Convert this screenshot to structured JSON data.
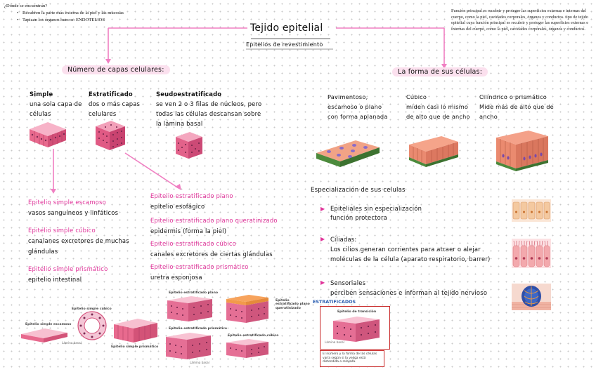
{
  "where": {
    "question": "¿Dónde se encuentran?",
    "items": [
      "Recubren la parte más externa de la piel y las mucosas",
      "Tapizan los órganos huecos: ENDOTELIOS"
    ]
  },
  "definition": "Función principal es recubrir y proteger las superficies externas e internas del cuerpo, como la piel, cavidades corporales, órganos y conductos. tipo de tejido epitelial cuya función principal es recubrir y proteger las superficies externas e internas del cuerpo, como la piel, cavidades corporales, órganos y conductos.",
  "title": "Tejido epitelial",
  "subtitle": "Epitelios de revestimiento",
  "layers": {
    "heading": "Número de capas celulares:",
    "simple": {
      "title": "Simple",
      "desc": "una sola capa de células"
    },
    "stratified": {
      "title": "Estratificado",
      "desc": "dos o más capas celulares"
    },
    "pseudo": {
      "title": "Seudoestratificado",
      "desc": "se ven 2 o 3 filas de núcleos, pero todas las células descansan sobre la lámina basal"
    }
  },
  "shape": {
    "heading": "La forma de sus células:",
    "flat": {
      "title": "Pavimentoso,",
      "desc": "escamoso o plano con forma aplanada"
    },
    "cubic": {
      "title": "Cúbico",
      "desc": "miden casi lo mismo de alto que de ancho"
    },
    "column": {
      "title": "Cilíndrico o prismático",
      "desc": "Mide más de alto que de ancho"
    }
  },
  "simple_list": [
    {
      "name": "Epitelio simple escamoso",
      "loc": "vasos sanguíneos y linfáticos"
    },
    {
      "name": "Epitelio simple cúbico",
      "loc": "canalanes excretores de muchas glándulas"
    },
    {
      "name": "Epitelio simple prismático",
      "loc": "epitelio intestinal"
    }
  ],
  "strat_list": [
    {
      "name": "Epitelio estratificado plano",
      "loc": "epitelio esofágico"
    },
    {
      "name": "Epitelio estratificado plano queratinizado",
      "loc": "epidermis (forma la piel)"
    },
    {
      "name": "Epitelio estratificado cúbico",
      "loc": "canales excretores de ciertas glándulas"
    },
    {
      "name": "Epitelio estratificado prismático",
      "loc": "uretra esponjosa"
    }
  ],
  "special": {
    "heading": "Especialización de sus celulas",
    "items": [
      {
        "title": "Epiteliales sin especialización",
        "desc": "función protectora"
      },
      {
        "title": "Ciliadas:",
        "desc": "Los cilios generan corrientes para atraer o alejar moléculas de la célula (aparato respiratorio, barrer)"
      },
      {
        "title": "Sensoriales",
        "desc": "perciben sensaciones e informan al tejido nervioso"
      }
    ]
  },
  "bottom": {
    "simple_cubic": "Epitelio simple cúbico",
    "simple_squamous": "Epitelio simple escamoso",
    "simple_prismatic": "Epitelio simple prismático",
    "basal": "Lámina basal",
    "strat_flat": "Epitelio estratificado plano",
    "strat_keratin": "Epitelio estratificado plano queratinizado",
    "strat_prismatic": "Epitelio estratificado prismático",
    "strat_cubic": "Epitelio estratificado cúbico",
    "stratified_heading": "ESTRATIFICADOS",
    "transition": "Epitelio de transición",
    "note": "El número y la forma de las células varía según si la vejiga está distendida o relajada."
  },
  "colors": {
    "accent": "#e0349a",
    "tissue": "#e86a8e",
    "tissue_light": "#f4a8bd",
    "blue": "#2a5db0",
    "red": "#c82828"
  }
}
